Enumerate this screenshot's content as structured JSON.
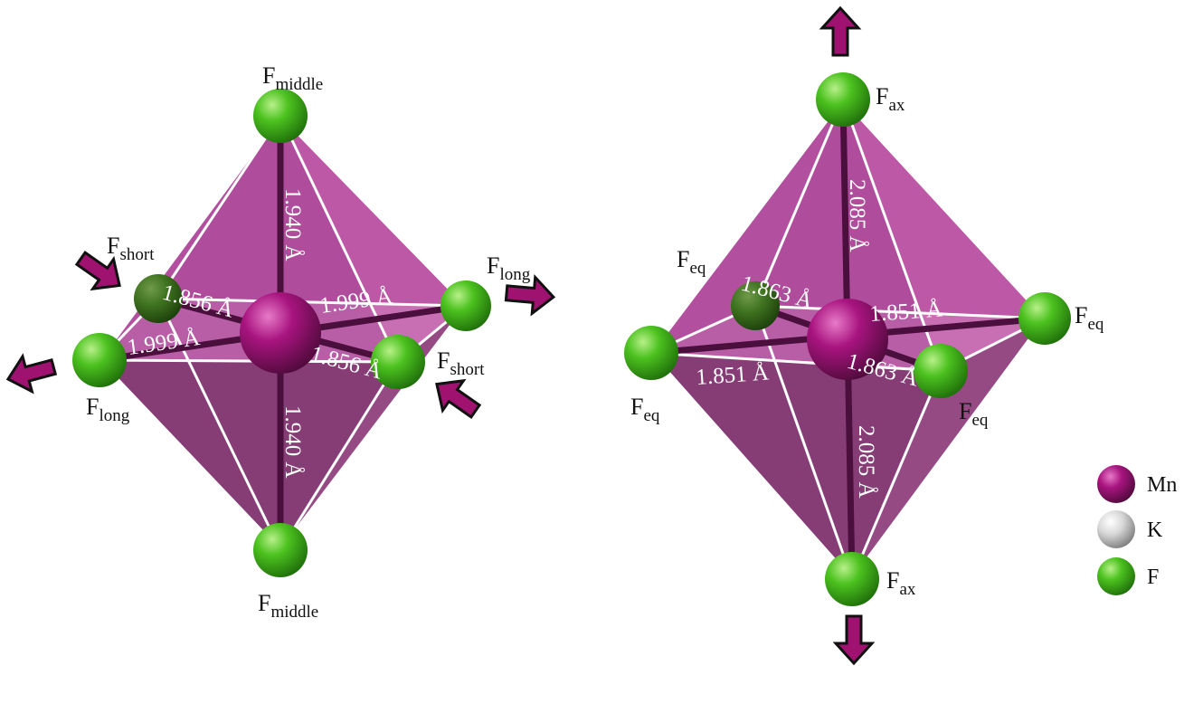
{
  "colors": {
    "mn": "#a0157f",
    "k": "#cfcfcf",
    "f": "#3fb21f",
    "face_light": "#b4479a",
    "face_dark": "#7c2a68",
    "arrow": "#a0126f"
  },
  "left_octahedron": {
    "atoms": {
      "f_middle_top": {
        "main": "F",
        "sub": "middle"
      },
      "f_middle_bottom": {
        "main": "F",
        "sub": "middle"
      },
      "f_short_left": {
        "main": "F",
        "sub": "short"
      },
      "f_short_right": {
        "main": "F",
        "sub": "short"
      },
      "f_long_left": {
        "main": "F",
        "sub": "long"
      },
      "f_long_right": {
        "main": "F",
        "sub": "long"
      }
    },
    "bonds": {
      "top": "1.940 Å",
      "bottom": "1.940 Å",
      "short_left": "1.856 Å",
      "short_right": "1.856 Å",
      "long_left": "1.999 Å",
      "long_right": "1.999 Å"
    }
  },
  "right_octahedron": {
    "atoms": {
      "f_ax_top": {
        "main": "F",
        "sub": "ax"
      },
      "f_ax_bottom": {
        "main": "F",
        "sub": "ax"
      },
      "f_eq_back_left": {
        "main": "F",
        "sub": "eq"
      },
      "f_eq_right": {
        "main": "F",
        "sub": "eq"
      },
      "f_eq_left": {
        "main": "F",
        "sub": "eq"
      },
      "f_eq_front": {
        "main": "F",
        "sub": "eq"
      }
    },
    "bonds": {
      "ax_top": "2.085 Å",
      "ax_bottom": "2.085 Å",
      "eq_back_left": "1.863 Å",
      "eq_front": "1.863 Å",
      "eq_right": "1.851 Å",
      "eq_left": "1.851 Å"
    }
  },
  "legend": [
    {
      "label": "Mn",
      "color": "#a0157f"
    },
    {
      "label": "K",
      "color": "#cfcfcf"
    },
    {
      "label": "F",
      "color": "#3fb21f"
    }
  ]
}
